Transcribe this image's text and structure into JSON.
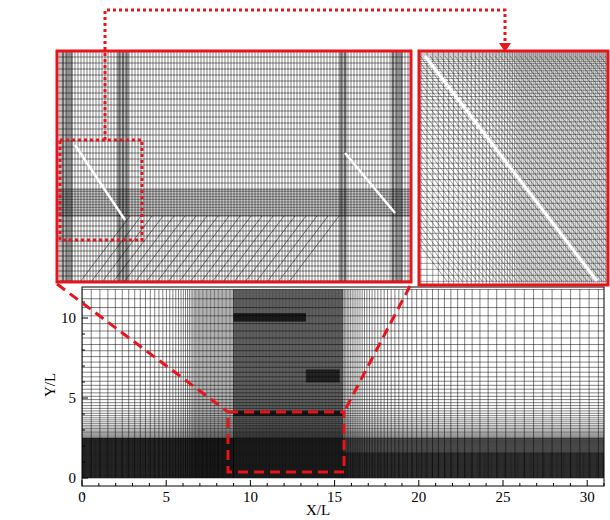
{
  "diagram": {
    "labels": [
      "10",
      "5",
      "0",
      "Y/L",
      "0",
      "5",
      "10",
      "15",
      "20",
      "25",
      "30",
      "X/L"
    ]
  }
}
